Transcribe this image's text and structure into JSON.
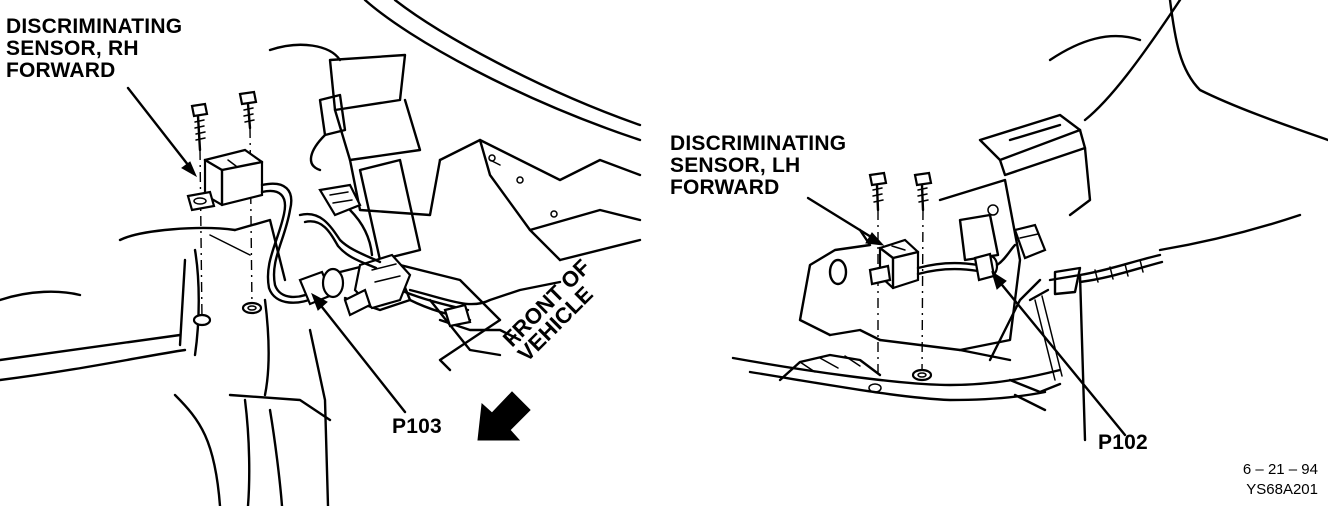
{
  "labels": {
    "rh_sensor": [
      "DISCRIMINATING",
      "SENSOR, RH",
      "FORWARD"
    ],
    "lh_sensor": [
      "DISCRIMINATING",
      "SENSOR, LH",
      "FORWARD"
    ],
    "connector_rh": "P103",
    "connector_lh": "P102",
    "front_of_vehicle": [
      "FRONT OF",
      "VEHICLE"
    ]
  },
  "footer": {
    "date": "6 – 21 – 94",
    "figure_code": "YS68A201"
  }
}
